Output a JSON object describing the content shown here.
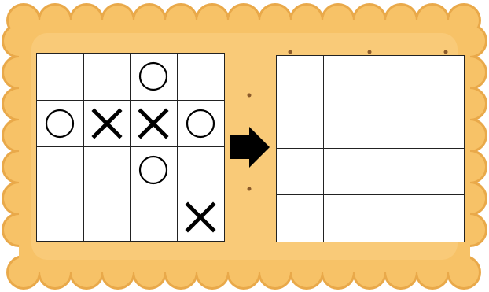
{
  "colors": {
    "cracker": "#f7c267",
    "cracker_light": "#fbd58e",
    "cracker_dark": "#e9a94a",
    "hole": "#8a5a2a",
    "grid_line": "#222222",
    "mark": "#000000",
    "arrow": "#000000"
  },
  "left_grid": {
    "rows": [
      [
        "",
        "",
        "O",
        ""
      ],
      [
        "O",
        "X",
        "X",
        "O"
      ],
      [
        "",
        "",
        "O",
        ""
      ],
      [
        "",
        "",
        "",
        "X"
      ]
    ]
  },
  "right_grid": {
    "rows": [
      [
        "",
        "",
        "",
        ""
      ],
      [
        "",
        "",
        "",
        ""
      ],
      [
        "",
        "",
        "",
        ""
      ],
      [
        "",
        "",
        "",
        ""
      ]
    ]
  },
  "arrow_icon": "right-arrow-icon"
}
